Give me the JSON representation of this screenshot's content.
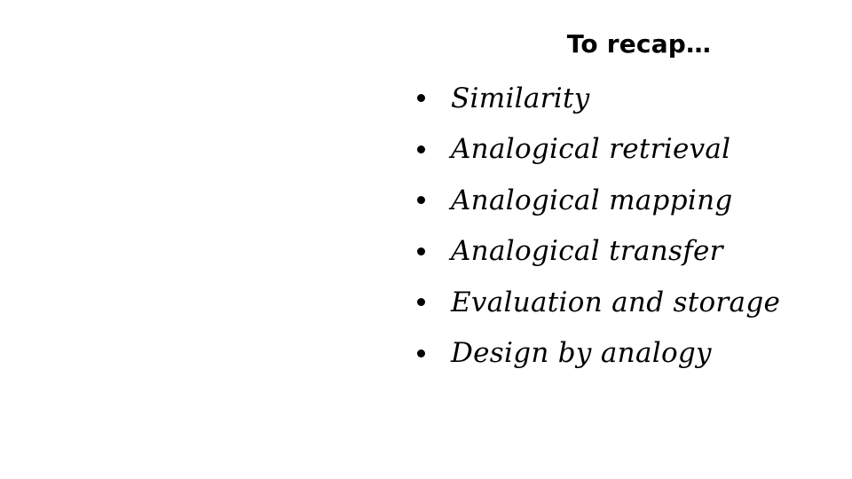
{
  "slide": {
    "title": "To recap…",
    "bullets": [
      "Similarity",
      "Analogical retrieval",
      "Analogical mapping",
      "Analogical transfer",
      "Evaluation and storage",
      "Design by analogy"
    ]
  }
}
